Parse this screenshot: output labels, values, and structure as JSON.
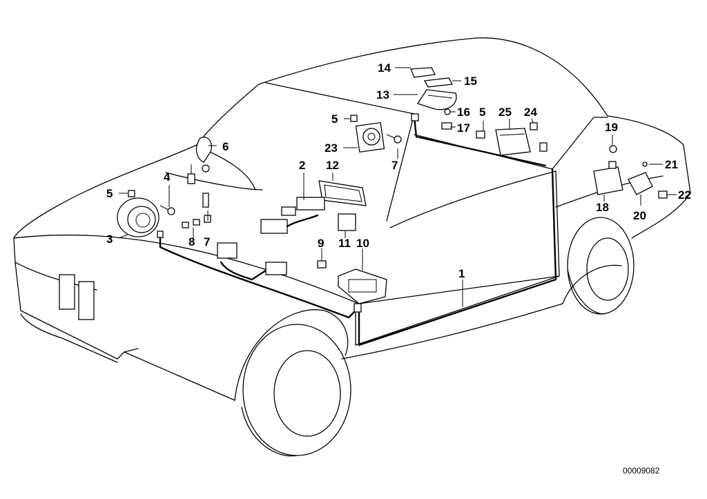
{
  "diagram": {
    "document_code": "00009082",
    "callouts": {
      "c1": "1",
      "c2": "2",
      "c3": "3",
      "c4": "4",
      "c5a": "5",
      "c5b": "5",
      "c5c": "5",
      "c6": "6",
      "c7a": "7",
      "c7b": "7",
      "c8": "8",
      "c9": "9",
      "c10": "10",
      "c11": "11",
      "c12": "12",
      "c13": "13",
      "c14": "14",
      "c15": "15",
      "c16": "16",
      "c17": "17",
      "c18": "18",
      "c19": "19",
      "c20": "20",
      "c21": "21",
      "c22": "22",
      "c23": "23",
      "c24": "24",
      "c25": "25"
    }
  }
}
